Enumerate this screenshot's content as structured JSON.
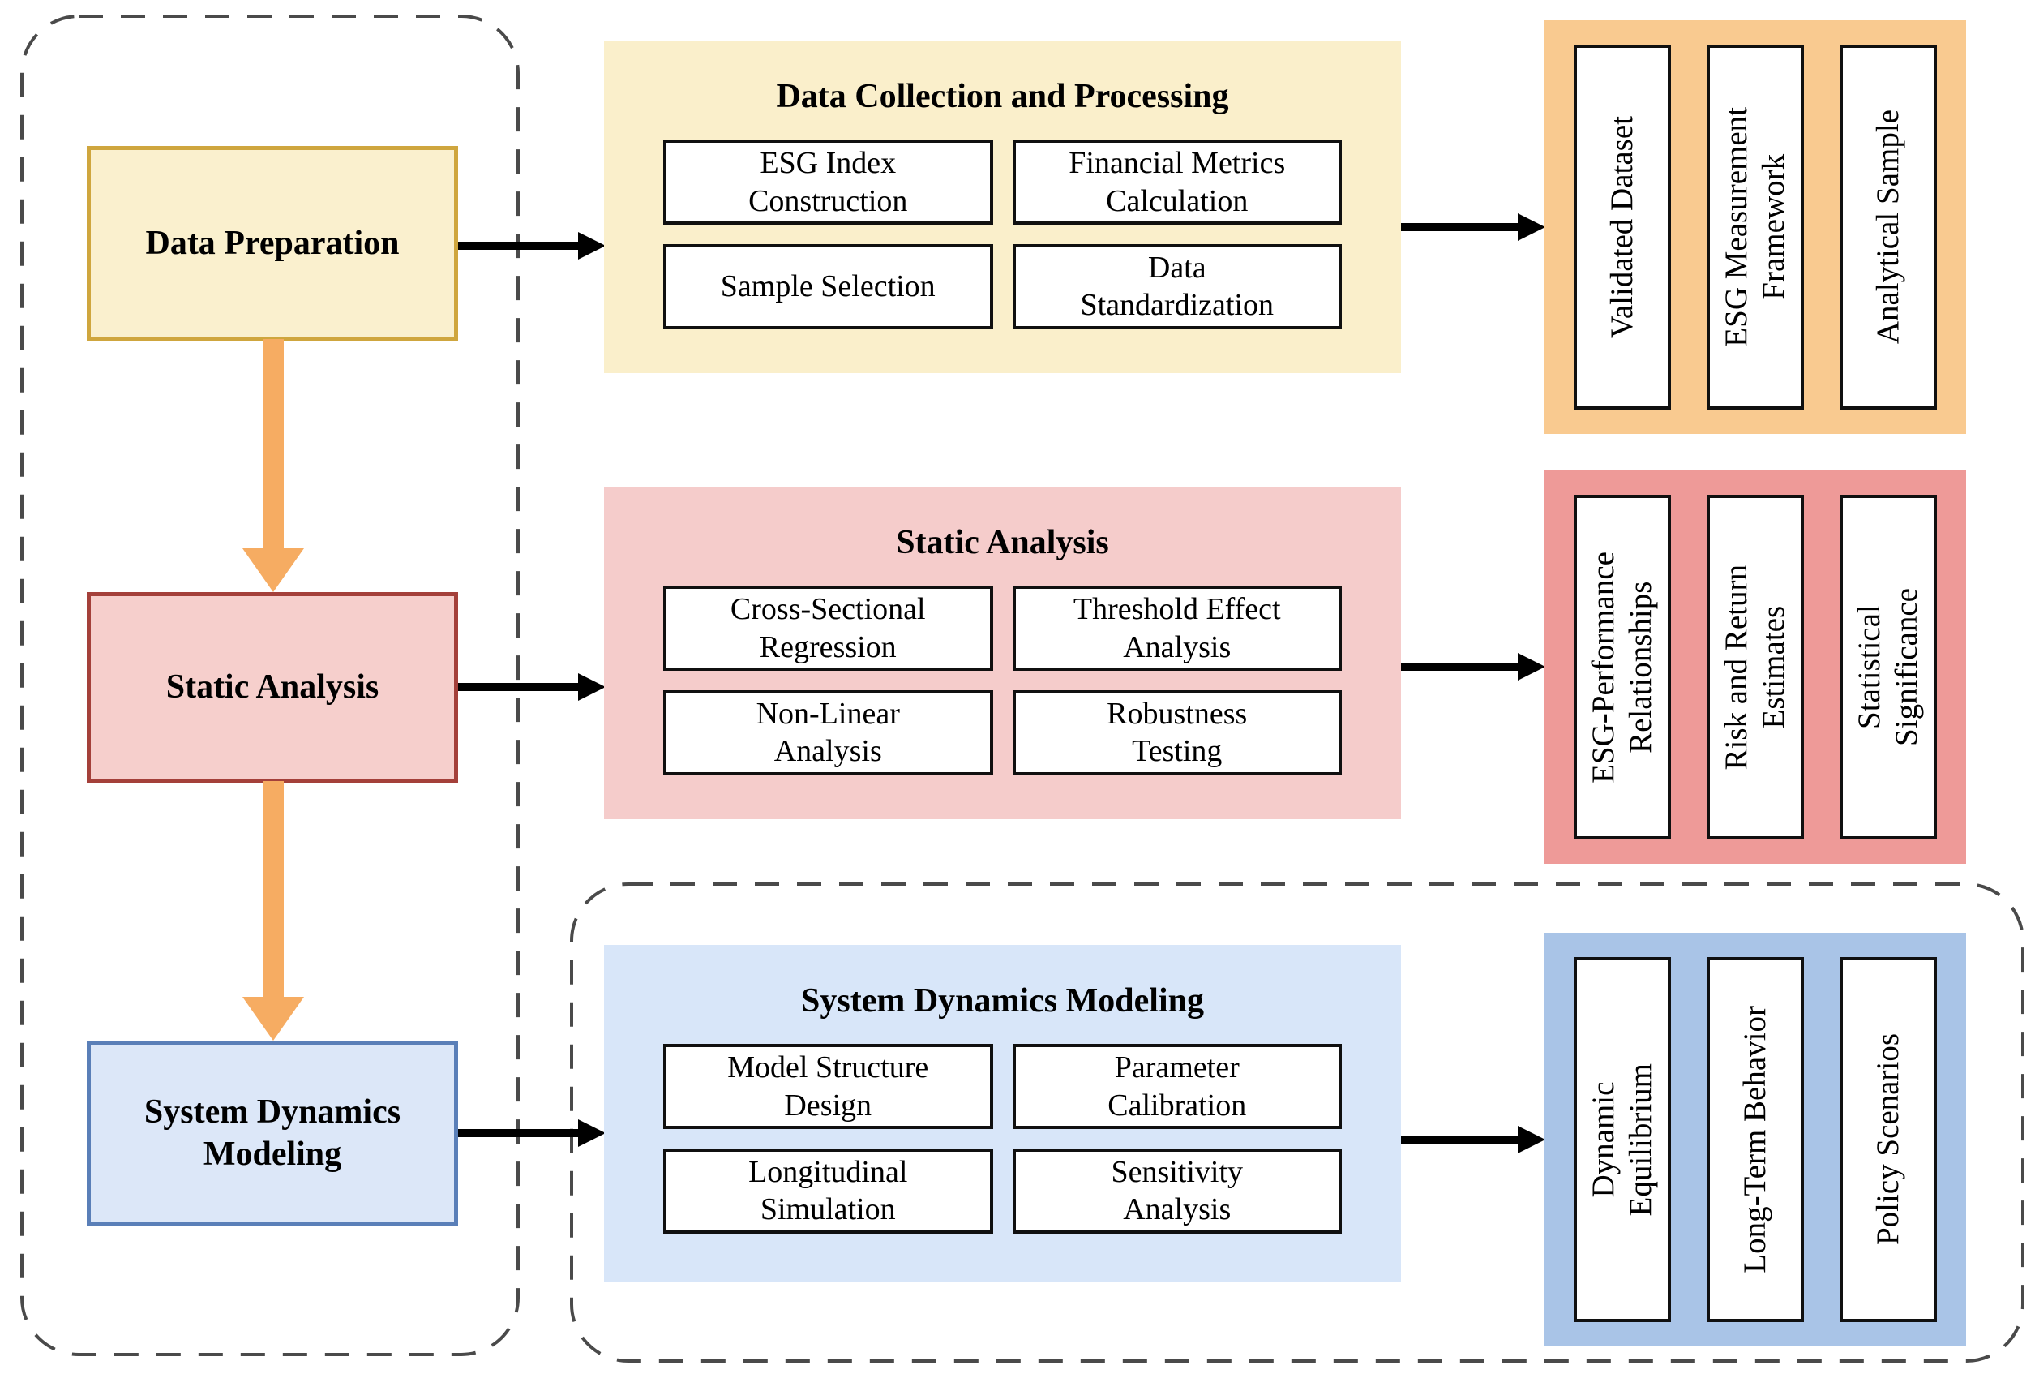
{
  "stages": [
    {
      "label": "Data Preparation",
      "fill": "#FAF0CE",
      "border": "#CFA63E"
    },
    {
      "label": "Static Analysis",
      "fill": "#F6CFCC",
      "border": "#A4403A"
    },
    {
      "label": "System Dynamics\nModeling",
      "fill": "#DCE7F8",
      "border": "#5A7FB8"
    }
  ],
  "process_panels": [
    {
      "title": "Data Collection and Processing",
      "fill": "#FAEFCB",
      "items": [
        "ESG Index\nConstruction",
        "Financial Metrics\nCalculation",
        "Sample Selection",
        "Data\nStandardization"
      ]
    },
    {
      "title": "Static Analysis",
      "fill": "#F5CCCB",
      "items": [
        "Cross-Sectional\nRegression",
        "Threshold Effect\nAnalysis",
        "Non-Linear\nAnalysis",
        "Robustness\nTesting"
      ]
    },
    {
      "title": "System Dynamics Modeling",
      "fill": "#D8E6F9",
      "items": [
        "Model Structure\nDesign",
        "Parameter\nCalibration",
        "Longitudinal\nSimulation",
        "Sensitivity\nAnalysis"
      ]
    }
  ],
  "output_panels": [
    {
      "fill": "#F9CA90",
      "items": [
        "Validated Dataset",
        "ESG Measurement\nFramework",
        "Analytical Sample"
      ]
    },
    {
      "fill": "#EE9A98",
      "items": [
        "ESG-Performance\nRelationships",
        "Risk and Return\nEstimates",
        "Statistical\nSignificance"
      ]
    },
    {
      "fill": "#A9C4E7",
      "items": [
        "Dynamic\nEquilibrium",
        "Long-Term Behavior",
        "Policy Scenarios"
      ]
    }
  ],
  "colors": {
    "stage_flow_arrow": "#F6AC62",
    "connector_arrow": "#000000",
    "dashed_border": "#4A4A4A",
    "item_box_bg": "#FFFFFF",
    "item_box_border": "#101010",
    "canvas_bg": "#FFFFFF"
  }
}
